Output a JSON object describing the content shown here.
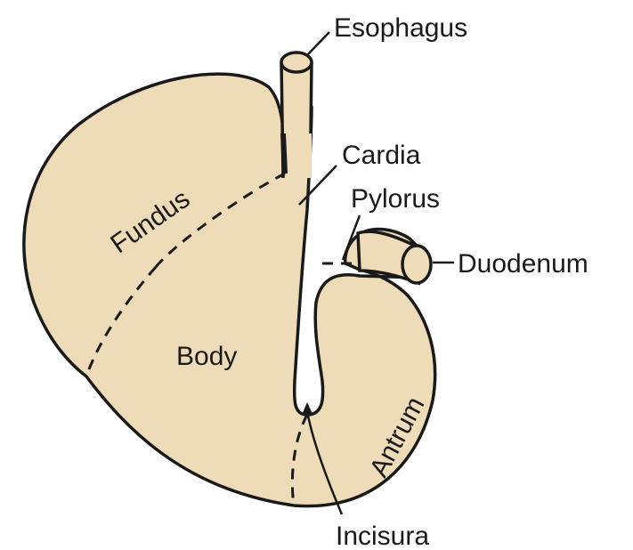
{
  "colors": {
    "organ_fill": "#eedcb8",
    "outline": "#1a1a1a",
    "background": "#ffffff"
  },
  "labels": {
    "esophagus": "Esophagus",
    "cardia": "Cardia",
    "pylorus": "Pylorus",
    "duodenum": "Duodenum",
    "incisura": "Incisura",
    "fundus": "Fundus",
    "body": "Body",
    "antrum": "Antrum"
  }
}
